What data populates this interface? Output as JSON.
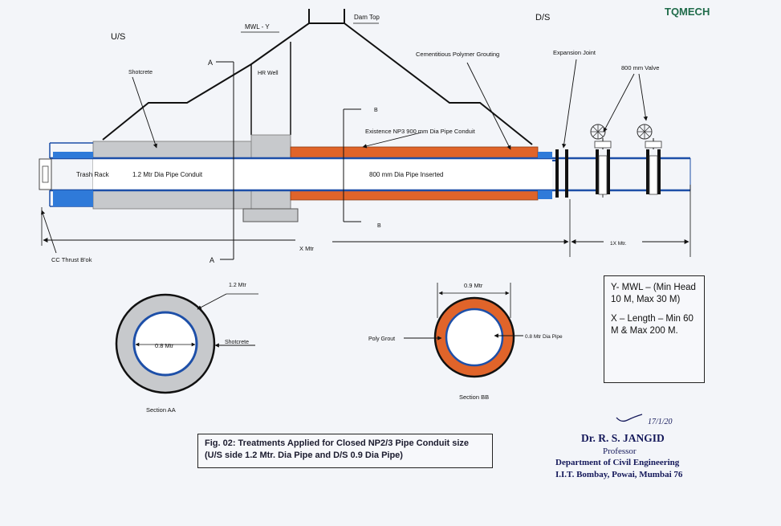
{
  "brand": "TQMECH",
  "labels": {
    "us": "U/S",
    "ds": "D/S",
    "mwl": "MWL - Y",
    "dam_top": "Dam Top",
    "shotcrete": "Shotcrete",
    "hr_well": "HR Well",
    "grouting": "Cementitious Polymer Grouting",
    "expansion_joint": "Expansion Joint",
    "valve": "800 mm Valve",
    "existing_conduit": "Existence NP3 900 mm Dia Pipe Conduit",
    "trash_rack": "Trash Rack",
    "pipe_conduit": "1.2 Mtr Dia Pipe Conduit",
    "pipe_inserted": "800 mm Dia Pipe Inserted",
    "section_a": "A",
    "section_b": "B",
    "thrust_block": "CC Thrust B'ok",
    "x_length": "X Mtr",
    "x_ds": "1X Mtr.",
    "aa_outer": "1.2 Mtr",
    "aa_inner": "0.8 Mtr",
    "aa_shotcrete": "Shotcrete",
    "aa_title": "Section AA",
    "bb_outer": "0.9 Mtr",
    "bb_grout": "Poly Grout",
    "bb_pipe": "0.8 Mtr Dia Pipe",
    "bb_title": "Section BB"
  },
  "spec": {
    "line1": "Y- MWL – (Min Head 10 M, Max 30 M)",
    "line2": "X – Length – Min 60 M & Max 200 M."
  },
  "caption": "Fig. 02: Treatments Applied for Closed NP2/3 Pipe Conduit size (U/S side 1.2 Mtr. Dia Pipe and D/S 0.9 Dia Pipe)",
  "signature": {
    "date": "17/1/20",
    "name": "Dr. R. S. JANGID",
    "title": "Professor",
    "dept": "Department of Civil Engineering",
    "inst": "I.I.T. Bombay, Powai, Mumbai 76"
  },
  "colors": {
    "brand": "#1f6b4a",
    "pipe_blue": "#1d4fa8",
    "flange_blue": "#2f7ad9",
    "orange": "#e0642a",
    "grey": "#c7c9cc",
    "stamp": "#14185a"
  }
}
